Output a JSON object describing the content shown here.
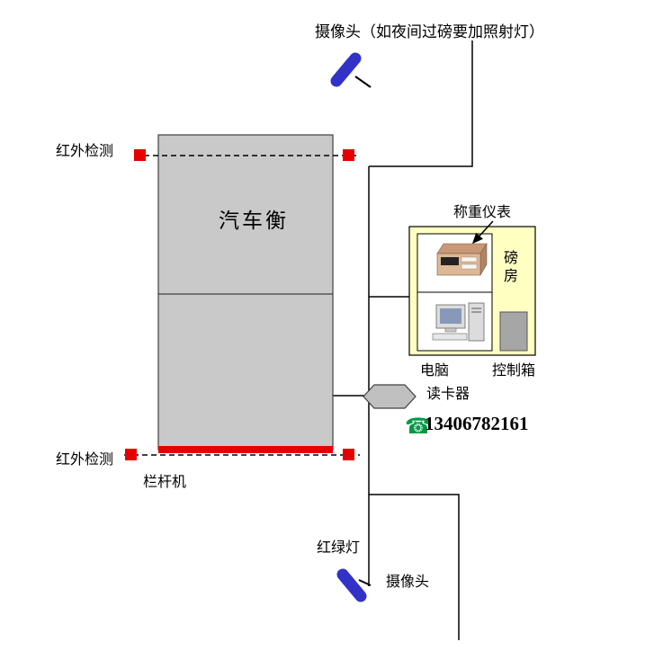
{
  "diagram": {
    "labels": {
      "camera_top": "摄像头（如夜间过磅要加照射灯）",
      "infrared_top": "红外检测",
      "truck_scale": "汽车衡",
      "weigh_indicator": "称重仪表",
      "weigh_room": "磅房",
      "computer": "电脑",
      "control_box": "控制箱",
      "card_reader": "读卡器",
      "phone_number": "13406782161",
      "infrared_bottom": "红外检测",
      "barrier": "栏杆机",
      "traffic_light": "红绿灯",
      "camera_bottom": "摄像头"
    },
    "icons": {
      "phone": "☎"
    },
    "colors": {
      "scale_fill": "#c9c9c9",
      "red": "#e60000",
      "room_fill": "#ffffc2",
      "hexagon_fill": "#c0c0c0",
      "control_fill": "#a6a6a6",
      "camera_blue": "#3232c8",
      "phone_green": "#009944"
    }
  }
}
